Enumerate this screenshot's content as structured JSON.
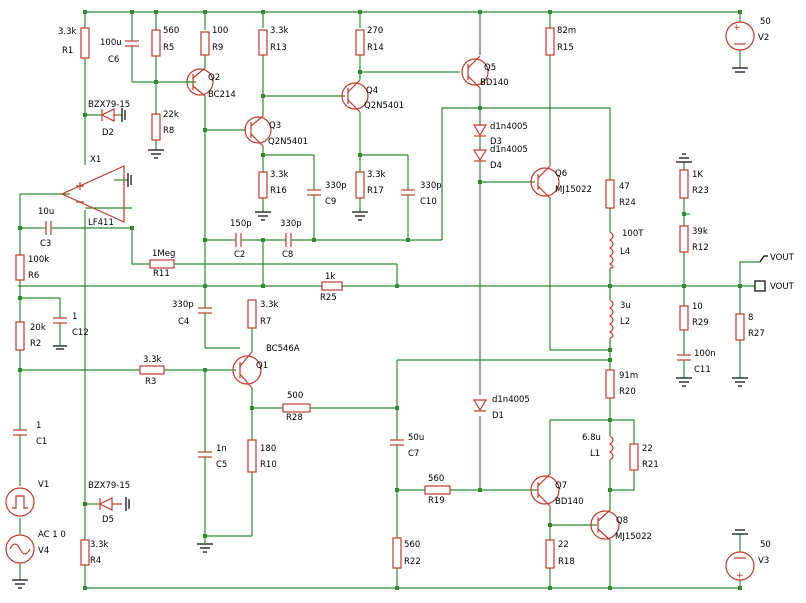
{
  "components": {
    "R1": {
      "ref": "R1",
      "value": "3.3k"
    },
    "C6": {
      "ref": "C6",
      "value": "100u"
    },
    "R5": {
      "ref": "R5",
      "value": "560"
    },
    "R9": {
      "ref": "R9",
      "value": "100"
    },
    "R13": {
      "ref": "R13",
      "value": "3.3k"
    },
    "R14": {
      "ref": "R14",
      "value": "270"
    },
    "R15": {
      "ref": "R15",
      "value": "82m"
    },
    "V2": {
      "ref": "V2",
      "value": "50"
    },
    "Q2": {
      "ref": "Q2",
      "value": "BC214"
    },
    "Q5": {
      "ref": "Q5",
      "value": "BD140"
    },
    "Q4": {
      "ref": "Q4",
      "value": "Q2N5401"
    },
    "Q3": {
      "ref": "Q3",
      "value": "Q2N5401"
    },
    "D2": {
      "ref": "D2",
      "value": "BZX79-15"
    },
    "R8": {
      "ref": "R8",
      "value": "22k"
    },
    "D3": {
      "ref": "D3",
      "value": "d1n4005"
    },
    "D4": {
      "ref": "D4",
      "value": "d1n4005"
    },
    "X1": {
      "ref": "X1",
      "value": "LF411"
    },
    "R16": {
      "ref": "R16",
      "value": "3.3k"
    },
    "C9": {
      "ref": "C9",
      "value": "330p"
    },
    "R17": {
      "ref": "R17",
      "value": "3.3k"
    },
    "C10": {
      "ref": "C10",
      "value": "330p"
    },
    "Q6": {
      "ref": "Q6",
      "value": "MJ15022"
    },
    "R24": {
      "ref": "R24",
      "value": "47"
    },
    "R23": {
      "ref": "R23",
      "value": "1K"
    },
    "C3": {
      "ref": "C3",
      "value": "10u"
    },
    "C2": {
      "ref": "C2",
      "value": "150p"
    },
    "C8": {
      "ref": "C8",
      "value": "330p"
    },
    "L4": {
      "ref": "L4",
      "value": "100T"
    },
    "R12": {
      "ref": "R12",
      "value": "39k"
    },
    "R6": {
      "ref": "R6",
      "value": "100k"
    },
    "R11": {
      "ref": "R11",
      "value": "1Meg"
    },
    "R25": {
      "ref": "R25",
      "value": "1k"
    },
    "C4": {
      "ref": "C4",
      "value": "330p"
    },
    "R7": {
      "ref": "R7",
      "value": "3.3k"
    },
    "C12": {
      "ref": "C12",
      "value": "1"
    },
    "R2": {
      "ref": "R2",
      "value": "20k"
    },
    "L2": {
      "ref": "L2",
      "value": "3u"
    },
    "R29": {
      "ref": "R29",
      "value": "10"
    },
    "R27": {
      "ref": "R27",
      "value": "8"
    },
    "Q1": {
      "ref": "Q1",
      "value": "BC546A"
    },
    "R3": {
      "ref": "R3",
      "value": "3.3k"
    },
    "C11": {
      "ref": "C11",
      "value": "100n"
    },
    "R20": {
      "ref": "R20",
      "value": "91m"
    },
    "R28": {
      "ref": "R28",
      "value": "500"
    },
    "D1": {
      "ref": "D1",
      "value": "d1n4005"
    },
    "C1": {
      "ref": "C1",
      "value": "1"
    },
    "C7": {
      "ref": "C7",
      "value": "50u"
    },
    "L1": {
      "ref": "L1",
      "value": "6.8u"
    },
    "R21": {
      "ref": "R21",
      "value": "22"
    },
    "C5": {
      "ref": "C5",
      "value": "1n"
    },
    "R10": {
      "ref": "R10",
      "value": "180"
    },
    "V1": {
      "ref": "V1",
      "value": ""
    },
    "R19": {
      "ref": "R19",
      "value": "560"
    },
    "Q7": {
      "ref": "Q7",
      "value": "BD140"
    },
    "D5": {
      "ref": "D5",
      "value": "BZX79-15"
    },
    "V4": {
      "ref": "V4",
      "value": "AC 1 0"
    },
    "Q8": {
      "ref": "Q8",
      "value": "MJ15022"
    },
    "V3": {
      "ref": "V3",
      "value": "50"
    },
    "R4": {
      "ref": "R4",
      "value": "3.3k"
    },
    "R22": {
      "ref": "R22",
      "value": "560"
    },
    "R18": {
      "ref": "R18",
      "value": "22"
    }
  },
  "ports": {
    "vout_top": "VOUT",
    "vout_box": "VOUT"
  }
}
